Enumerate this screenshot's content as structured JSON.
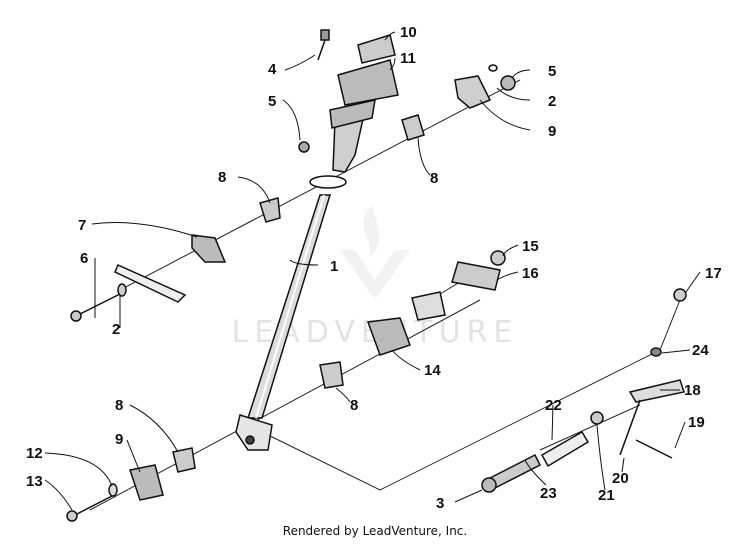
{
  "watermark": "LEADVENTURE",
  "footer": "Rendered by LeadVenture, Inc.",
  "callouts": {
    "c1": "1",
    "c2a": "2",
    "c2b": "2",
    "c3": "3",
    "c4": "4",
    "c5a": "5",
    "c5b": "5",
    "c6": "6",
    "c7": "7",
    "c8a": "8",
    "c8b": "8",
    "c8c": "8",
    "c8d": "8",
    "c9a": "9",
    "c9b": "9",
    "c10": "10",
    "c11": "11",
    "c12": "12",
    "c13": "13",
    "c14": "14",
    "c15": "15",
    "c16": "16",
    "c17": "17",
    "c18": "18",
    "c19": "19",
    "c20": "20",
    "c21": "21",
    "c22": "22",
    "c23": "23",
    "c24": "24"
  }
}
